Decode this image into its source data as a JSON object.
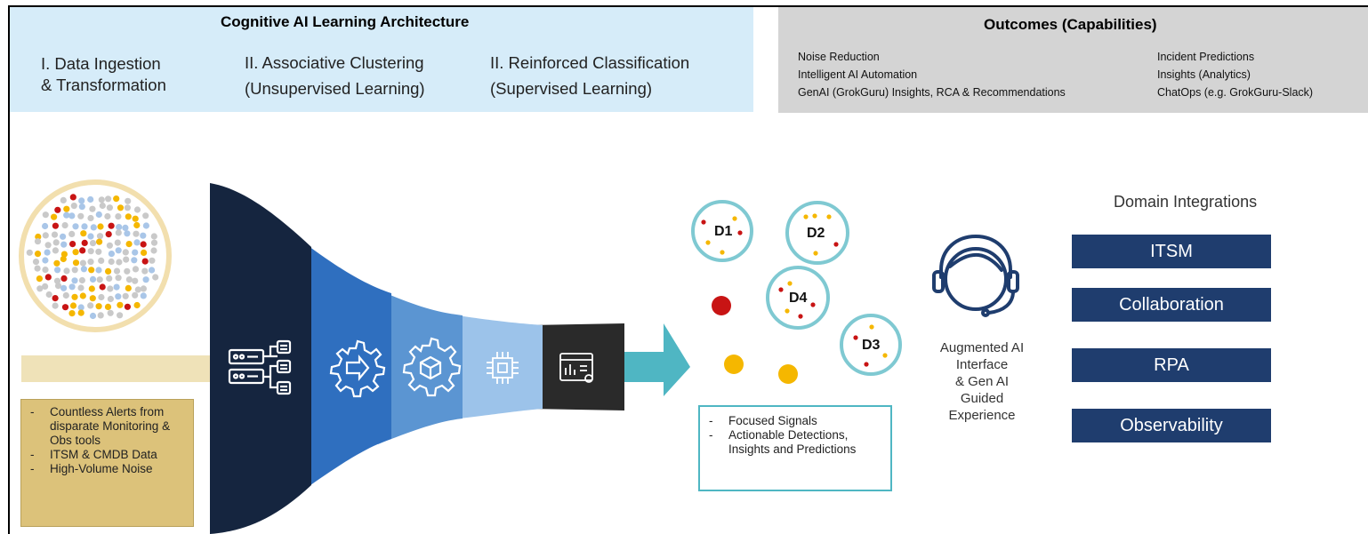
{
  "architecture": {
    "title": "Cognitive AI Learning Architecture",
    "col1": [
      "I. Data Ingestion",
      "& Transformation"
    ],
    "col2": [
      "II. Associative Clustering",
      "(Unsupervised Learning)"
    ],
    "col3": [
      "II. Reinforced Classification",
      "(Supervised Learning)"
    ]
  },
  "outcomes": {
    "title": "Outcomes (Capabilities)",
    "left": [
      "Noise Reduction",
      "Intelligent AI Automation",
      "GenAI (GrokGuru) Insights, RCA & Recommendations"
    ],
    "right": [
      "Incident Predictions",
      "Insights (Analytics)",
      "ChatOps (e.g. GrokGuru-Slack)"
    ]
  },
  "input_notes": [
    "Countless Alerts from disparate Monitoring & Obs tools",
    "ITSM & CMDB Data",
    "High-Volume Noise"
  ],
  "output_notes": [
    "Focused Signals",
    "Actionable Detections, Insights and Predictions"
  ],
  "clusters": [
    "D1",
    "D2",
    "D3",
    "D4"
  ],
  "interface": [
    "Augmented AI",
    "Interface",
    "& Gen AI",
    "Guided",
    "Experience"
  ],
  "domain": {
    "title": "Domain Integrations",
    "items": [
      "ITSM",
      "Collaboration",
      "RPA",
      "Observability"
    ]
  },
  "colors": {
    "panel_blue": "#d6ecf9",
    "panel_gray": "#d4d4d4",
    "funnel_stages": [
      "#15253f",
      "#2f6fbf",
      "#5b95d2",
      "#9cc3ea",
      "#2a2a2a"
    ],
    "arrow": "#4fb6c3",
    "domain_button": "#1f3d6e",
    "note_box": "#dcc27a",
    "dot_red": "#c81414",
    "dot_yellow": "#f5b700"
  },
  "icons": [
    "server-stack-icon",
    "gear-arrow-icon",
    "gear-cubes-icon",
    "chip-icon",
    "dashboard-window-icon",
    "headset-agent-icon"
  ]
}
